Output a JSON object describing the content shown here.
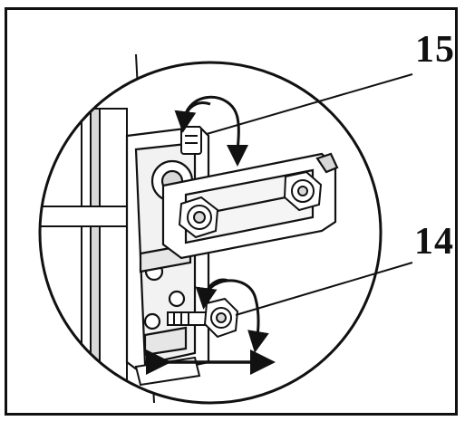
{
  "callouts": {
    "upper": "15",
    "lower": "14"
  },
  "colors": {
    "line": "#111111",
    "background": "#ffffff",
    "shade": "#d8d8d8"
  },
  "icons": {
    "rotation_arrow_upper": "curved-double-arrow",
    "rotation_arrow_lower": "curved-double-arrow",
    "slide_arrow_lower": "horizontal-double-arrow"
  }
}
